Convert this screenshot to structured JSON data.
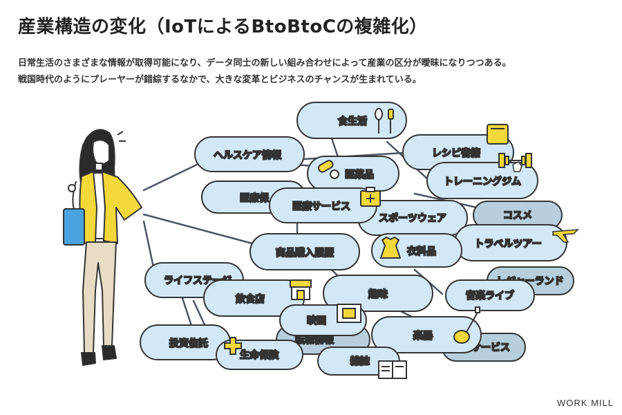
{
  "header": {
    "title": "産業構造の変化（IoTによるBtoBtoCの複雑化）",
    "lines": [
      "日常生活のさまざまな情報が取得可能になり、データ同士の新しい組み合わせによって産業の区分が曖昧になりつつある。",
      "戦国時代のようにプレーヤーが錯綜するなかで、大きな変革とビジネスのチャンスが生まれている。"
    ]
  },
  "nodes": {
    "food_life": "食生活",
    "recipe_book": "レシピ書籍",
    "healthcare_info": "ヘルスケア情報",
    "medicine": "医薬品",
    "training_gym": "トレーニングジム",
    "medical_back": "医療保",
    "medical_service": "医療サービス",
    "sportswear": "スポーツウェア",
    "cosmetics": "コスメ",
    "travel_tour": "トラベルツアー",
    "purchase_history": "商品購入履歴",
    "clothing": "衣料品",
    "life_stage": "ライフステージ",
    "leisure_land": "レジャーランド",
    "restaurant": "飲食店",
    "hobby": "趣味",
    "music_live": "音楽ライブ",
    "movie": "映画",
    "job_info": "転職情報",
    "instrument": "楽器",
    "investment_trust": "投資信託",
    "service": "サービス",
    "life_insurance": "生命保険",
    "magazine": "雑誌"
  },
  "colors": {
    "pill_fill": "#d3e8f6",
    "pill_dark": "#b7cfdd",
    "stroke": "#333333",
    "yellow": "#f3d83a",
    "line": "#4a5560"
  },
  "brand": "WORK MILL"
}
